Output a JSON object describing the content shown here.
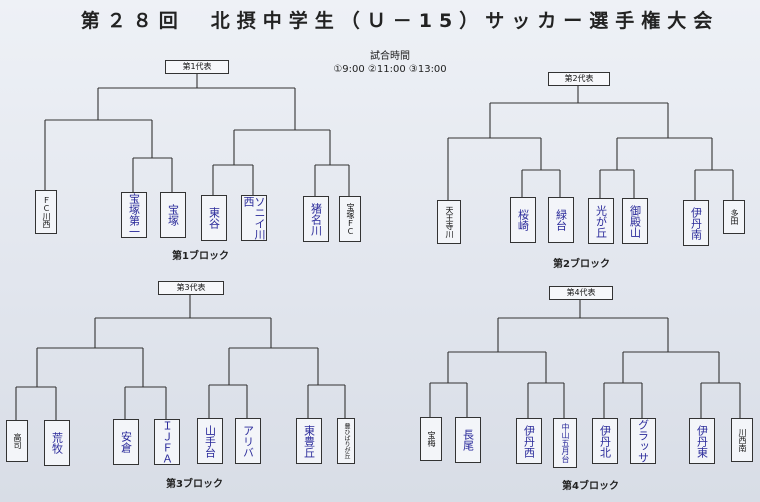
{
  "title": "第２８回　北摂中学生（Ｕ－15）サッカー選手権大会",
  "match_times": {
    "heading": "試合時間",
    "slots": "①9:00 ②11:00 ③13:00"
  },
  "blocks": [
    {
      "name": "第1ブロック",
      "rep": "第1代表",
      "teams": [
        "ＦＣ川西",
        "宝塚第一",
        "宝塚",
        "東谷",
        "ソニイ川西",
        "猪名川",
        "宝塚ＦＣ"
      ]
    },
    {
      "name": "第2ブロック",
      "rep": "第2代表",
      "teams": [
        "天王寺川",
        "桜崎",
        "緑台",
        "光が丘",
        "御殿山",
        "伊丹南",
        "多田"
      ]
    },
    {
      "name": "第3ブロック",
      "rep": "第3代表",
      "teams": [
        "高司",
        "荒牧",
        "安倉",
        "ＩＪＦＡ",
        "山手台",
        "アリバ",
        "東豊丘",
        "豊ひばりが丘"
      ]
    },
    {
      "name": "第4ブロック",
      "rep": "第4代表",
      "teams": [
        "宝梅",
        "長尾",
        "伊丹西",
        "中山五月台",
        "伊丹北",
        "グラッサ",
        "伊丹東",
        "川西南"
      ]
    }
  ]
}
